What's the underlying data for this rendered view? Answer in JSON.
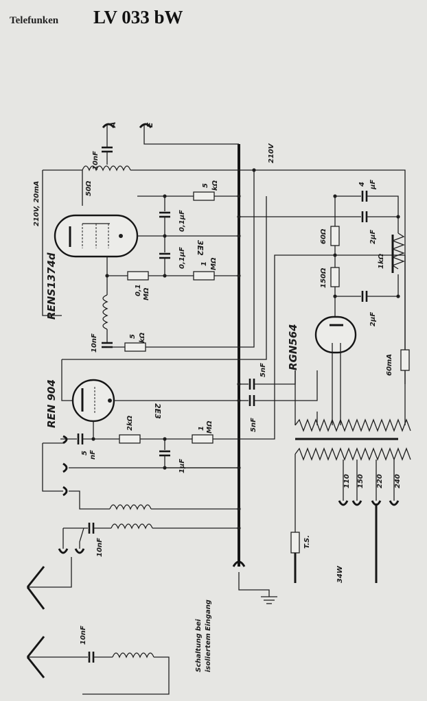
{
  "header": {
    "maker": "Telefunken",
    "model": "LV 033 bW"
  },
  "tubes": {
    "rens": "RENS1374d",
    "ren": "REN 904",
    "rgn": "RGN564"
  },
  "labels": {
    "antenna": "A",
    "earth": "E",
    "rating": "210V, 20mA",
    "line_210": "210V",
    "cap_10nF_top": "10nF",
    "r_50": "50Ω",
    "r_5k_top_v": "5",
    "r_5k_top_u": "kΩ",
    "cap_01_a": "0,1μF",
    "cap_01_b": "0,1μF",
    "r_1M_top_v": "1",
    "r_1M_top_u": "MΩ",
    "r_01M_v": "0,1",
    "r_01M_u": "MΩ",
    "v_3E2": "3E2",
    "cap_10nF_mid": "10nF",
    "r_5k_mid_v": "5",
    "r_5k_mid_u": "kΩ",
    "v_2E3": "2E3",
    "r_2k": "2kΩ",
    "r_1M_low_v": "1",
    "r_1M_low_u": "MΩ",
    "cap_1uF": "1μF",
    "cap_5nF_in_v": "5",
    "cap_5nF_in_u": "nF",
    "cap_5nF_a": "5nF",
    "cap_5nF_b": "5nF",
    "cap_10nF_ant": "10nF",
    "cap_4uF_v": "4",
    "cap_4uF_u": "μF",
    "cap_2uF_a": "2μF",
    "cap_2uF_b": "2μF",
    "r_60": "60Ω",
    "r_150": "150Ω",
    "r_1k": "1kΩ",
    "fuse_60mA": "60mA",
    "tap_110": "110",
    "tap_150": "150",
    "tap_220": "220",
    "tap_240": "240",
    "ts": "T.S.",
    "power": "34W",
    "note_line1": "Schaltung bei",
    "note_line2": "isoliertem Eingang",
    "cap_10nF_alt": "10nF"
  }
}
